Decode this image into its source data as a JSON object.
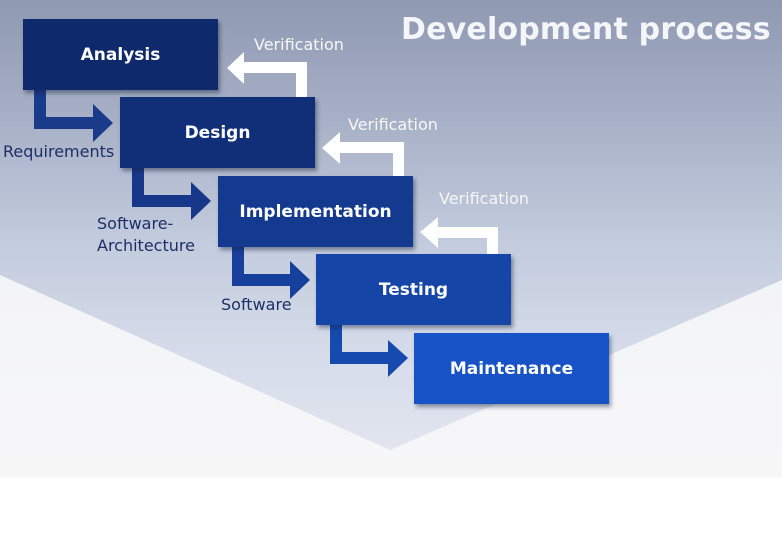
{
  "title": "Development process",
  "colors": {
    "analysis": "#0f2a6b",
    "design": "#112f78",
    "implementation": "#133a8e",
    "testing": "#1545a6",
    "maintenance": "#1753c6",
    "forward_arrow": "#1a3a8a",
    "verification_arrow": "#ffffff",
    "label_text": "#1d2f66"
  },
  "steps": [
    {
      "label": "Analysis"
    },
    {
      "label": "Design"
    },
    {
      "label": "Implementation"
    },
    {
      "label": "Testing"
    },
    {
      "label": "Maintenance"
    }
  ],
  "outputs": [
    {
      "label": "Requirements"
    },
    {
      "label_line1": "Software-",
      "label_line2": "Architecture"
    },
    {
      "label": "Software"
    }
  ],
  "verification": [
    {
      "label": "Verification"
    },
    {
      "label": "Verification"
    },
    {
      "label": "Verification"
    }
  ]
}
